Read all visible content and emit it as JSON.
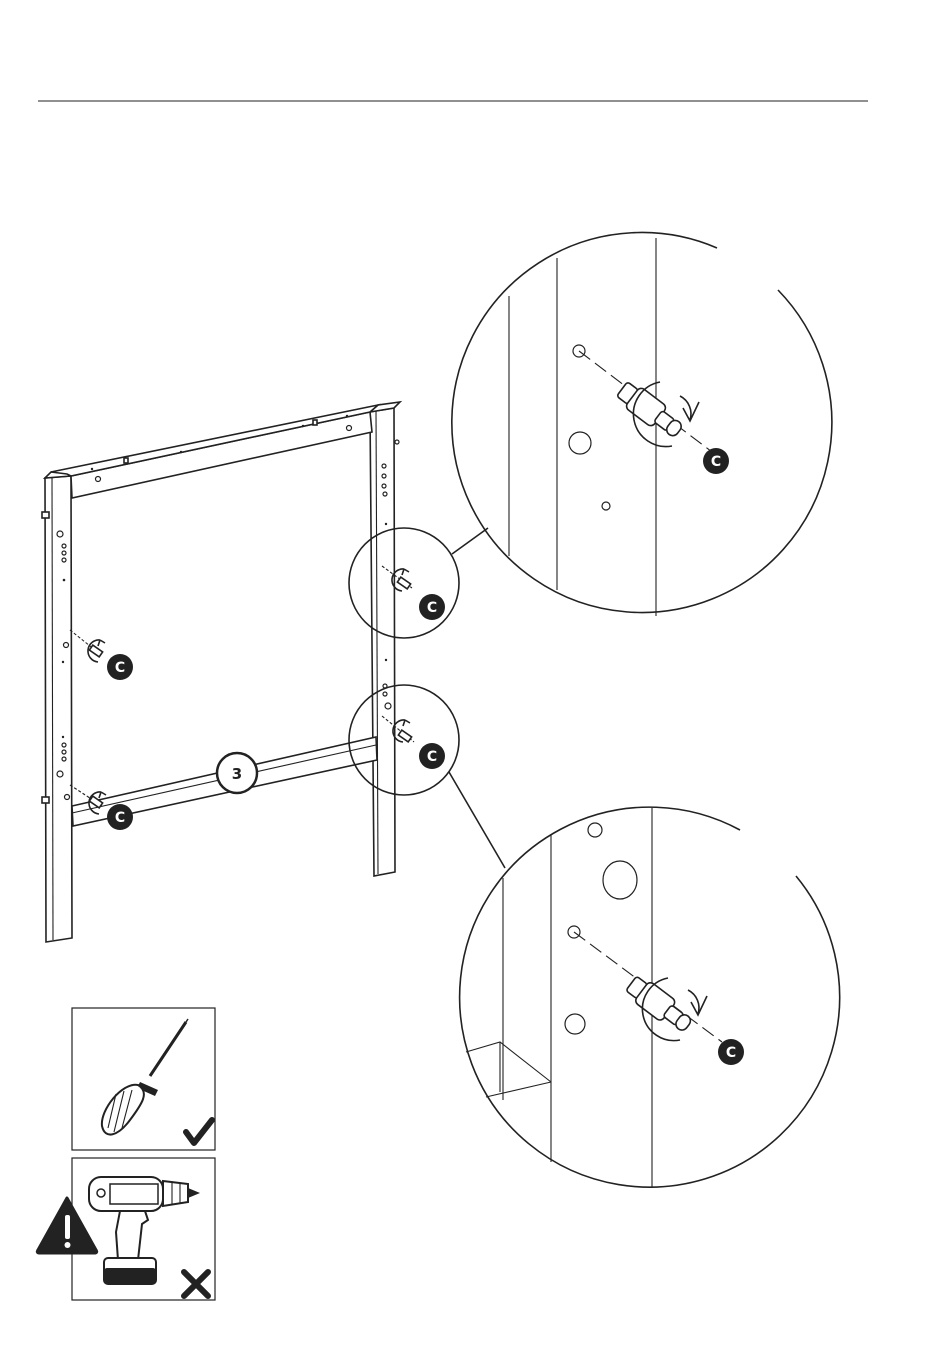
{
  "part_label": "3",
  "fastener_label": "C",
  "tools": {
    "screwdriver": "allowed",
    "power_drill": "not-allowed"
  },
  "icons": {
    "warning": "warning-triangle-icon",
    "check": "check-mark-icon",
    "cross": "cross-mark-icon"
  },
  "colors": {
    "ink": "#222222",
    "paper": "#ffffff"
  }
}
